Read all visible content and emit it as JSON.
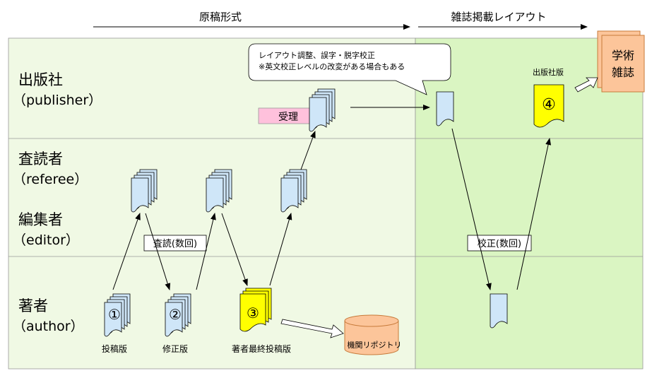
{
  "header": {
    "manuscript_format": "原稿形式",
    "journal_layout": "雑誌掲載レイアウト"
  },
  "lanes": {
    "publisher": {
      "name": "出版社",
      "en": "（publisher）"
    },
    "referee": {
      "name": "査読者",
      "en": "（referee）"
    },
    "editor": {
      "name": "編集者",
      "en": "（editor）"
    },
    "author": {
      "name": "著者",
      "en": "（author）"
    }
  },
  "callout": {
    "line1": "レイアウト調整、誤字・脱字校正",
    "line2": "※英文校正レベルの改変がある場合もある"
  },
  "labels": {
    "accept": "受理",
    "review": "査読(数回)",
    "proof": "校正(数回)",
    "publisher_version": "出版社版",
    "submitted_version": "投稿版",
    "revised_version": "修正版",
    "final_version": "著者最終投稿版",
    "repository": "機関リポジトリ",
    "journal_line1": "学術",
    "journal_line2": "雑誌"
  },
  "badges": {
    "v1": "①",
    "v2": "②",
    "v3": "③",
    "v4": "④"
  },
  "colors": {
    "left_bg": "#f0f9e4",
    "right_bg": "#daf5c2",
    "doc_blue": "#cfe6f8",
    "doc_yellow": "#ffff00",
    "accept_pink": "#ffc1dc",
    "orange": "#fcc59a"
  }
}
